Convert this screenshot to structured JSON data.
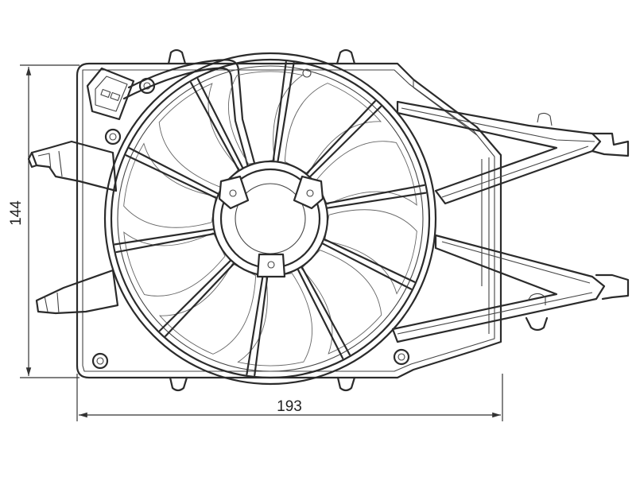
{
  "dimensions": {
    "height_label": "144",
    "width_label": "193"
  },
  "line_color": "#2b2b2b",
  "blade_count": 10
}
